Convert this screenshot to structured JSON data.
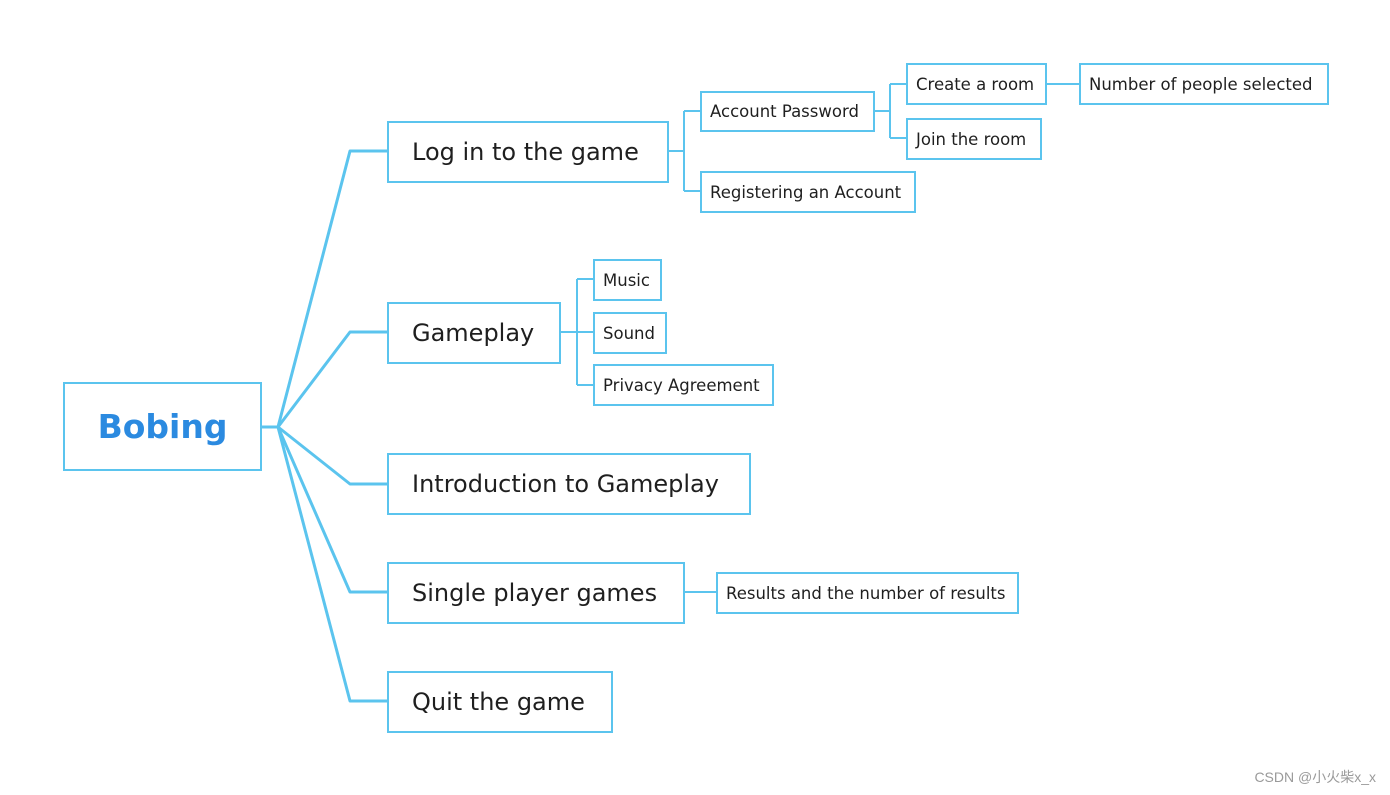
{
  "root": {
    "label": "Bobing"
  },
  "branches": {
    "login": {
      "label": "Log in to the game",
      "account_password": "Account Password",
      "create_room": "Create a room",
      "people_selected": "Number of people selected",
      "join_room": "Join the room",
      "register": "Registering an Account"
    },
    "gameplay": {
      "label": "Gameplay",
      "music": "Music",
      "sound": "Sound",
      "privacy": "Privacy Agreement"
    },
    "introduction": {
      "label": "Introduction to Gameplay"
    },
    "single_player": {
      "label": "Single player games",
      "results": "Results and the number of results"
    },
    "quit": {
      "label": "Quit the game"
    }
  },
  "watermark": "CSDN @小火柴x_x",
  "colors": {
    "line": "#5bc4ee",
    "root_text": "#2b8ae0",
    "node_text": "#1f1f1f"
  }
}
